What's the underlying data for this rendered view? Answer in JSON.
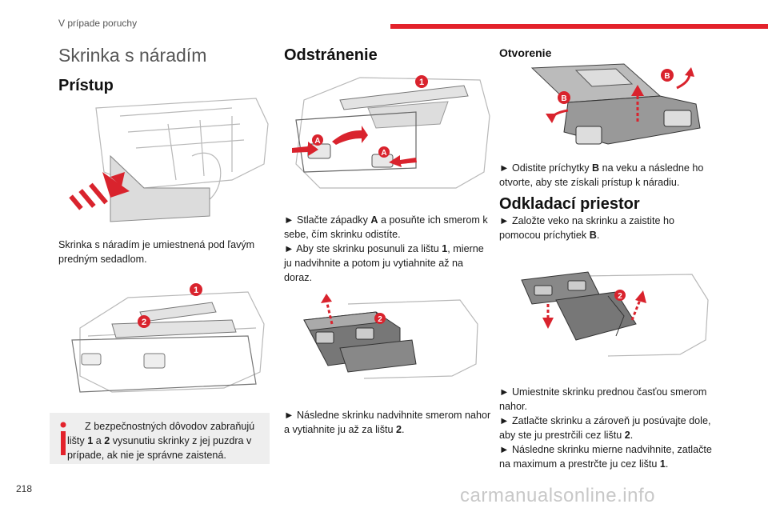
{
  "header": {
    "section": "V prípade poruchy",
    "accent_color": "#e3222b"
  },
  "page_number": "218",
  "watermark": "carmanualsonline.info",
  "col1": {
    "title": "Skrinka s náradím",
    "subtitle": "Prístup",
    "text": "Skrinka s náradím je umiestnená pod ľavým predným sedadlom.",
    "info_pre": "Z bezpečnostných dôvodov zabraňujú lišty ",
    "info_b1": "1",
    "info_mid": " a ",
    "info_b2": "2",
    "info_post": " vysunutiu skrinky z jej puzdra v prípade, ak nie je správne zaistená."
  },
  "col2": {
    "title": "Odstránenie",
    "s1_pre": "► Stlačte západky ",
    "s1_b": "A",
    "s1_post": " a posuňte ich smerom k sebe, čím skrinku odistíte.",
    "s2_pre": "► Aby ste skrinku posunuli za lištu ",
    "s2_b": "1",
    "s2_post": ", mierne ju nadvihnite a potom ju vytiahnite až na doraz.",
    "s3_pre": "► Následne skrinku nadvihnite smerom nahor a vytiahnite ju až za lištu ",
    "s3_b": "2",
    "s3_post": "."
  },
  "col3": {
    "title_open": "Otvorenie",
    "o1_pre": "► Odistite príchytky ",
    "o1_b": "B",
    "o1_post": " na veku a následne ho otvorte, aby ste získali prístup k náradiu.",
    "title_store": "Odkladací priestor",
    "t1_pre": "► Založte veko na skrinku a zaistite ho pomocou príchytiek ",
    "t1_b": "B",
    "t1_post": ".",
    "t2": "► Umiestnite skrinku prednou časťou smerom nahor.",
    "t3_pre": "► Zatlačte skrinku a zároveň ju posúvajte dole, aby ste ju prestrčili cez lištu ",
    "t3_b": "2",
    "t3_post": ".",
    "t4_pre": "► Následne skrinku mierne nadvihnite, zatlačte na maximum a prestrčte ju cez lištu ",
    "t4_b": "1",
    "t4_post": "."
  },
  "labels": {
    "one": "1",
    "two": "2",
    "a": "A",
    "b": "B"
  }
}
